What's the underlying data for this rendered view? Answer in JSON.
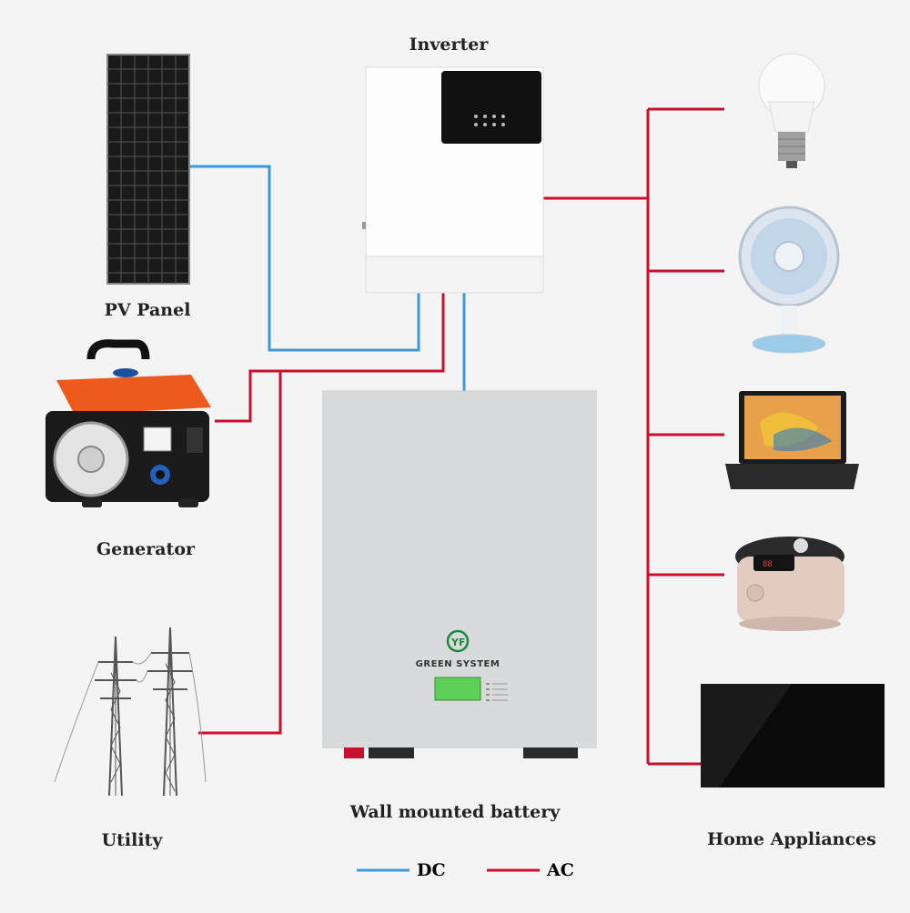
{
  "labels": {
    "inverter": "Inverter",
    "pv_panel": "PV Panel",
    "generator": "Generator",
    "utility": "Utility",
    "battery": "Wall mounted battery",
    "home_appliances": "Home Appliances"
  },
  "battery_brand": "GREEN SYSTEM",
  "legend": {
    "dc": {
      "label": "DC",
      "color": "#3a9ad9"
    },
    "ac": {
      "label": "AC",
      "color": "#c8102e"
    }
  },
  "colors": {
    "dc": "#3a9ad9",
    "ac": "#c8102e",
    "background": "#f4f4f4"
  },
  "icons": [
    "solar-panel-icon",
    "generator-icon",
    "power-tower-icon",
    "inverter-icon",
    "battery-icon",
    "light-bulb-icon",
    "fan-icon",
    "laptop-icon",
    "rice-cooker-icon",
    "tv-icon"
  ]
}
